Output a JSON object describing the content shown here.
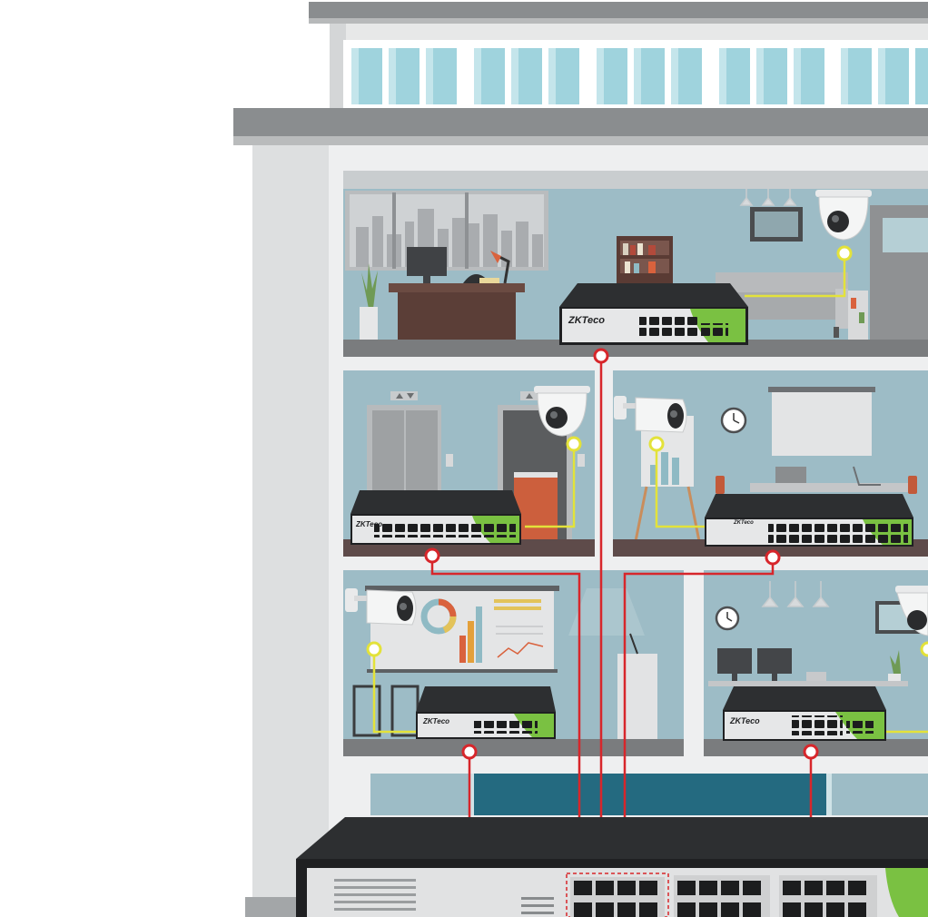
{
  "brand": {
    "logo": "ZKTeco",
    "accent_green": "#7ac142",
    "cable_uplink_color": "#d7262b",
    "cable_device_color": "#e3e23a"
  },
  "building": {
    "wall_color": "#e7e8e8",
    "roof_color": "#8a8d8f",
    "room_wall_color": "#9dbcc6",
    "floor_color": "#7a7c7e"
  },
  "rooms": [
    {
      "name": "office",
      "devices": [
        "dome-camera",
        "poe-switch"
      ]
    },
    {
      "name": "elevator-lobby",
      "devices": [
        "dome-camera",
        "poe-switch"
      ]
    },
    {
      "name": "meeting-room",
      "devices": [
        "bullet-camera",
        "poe-switch"
      ]
    },
    {
      "name": "presentation-room",
      "devices": [
        "bullet-camera",
        "poe-switch"
      ]
    },
    {
      "name": "work-area",
      "devices": [
        "dome-camera",
        "poe-switch"
      ]
    }
  ],
  "core_switch": {
    "port_groups": 3
  }
}
